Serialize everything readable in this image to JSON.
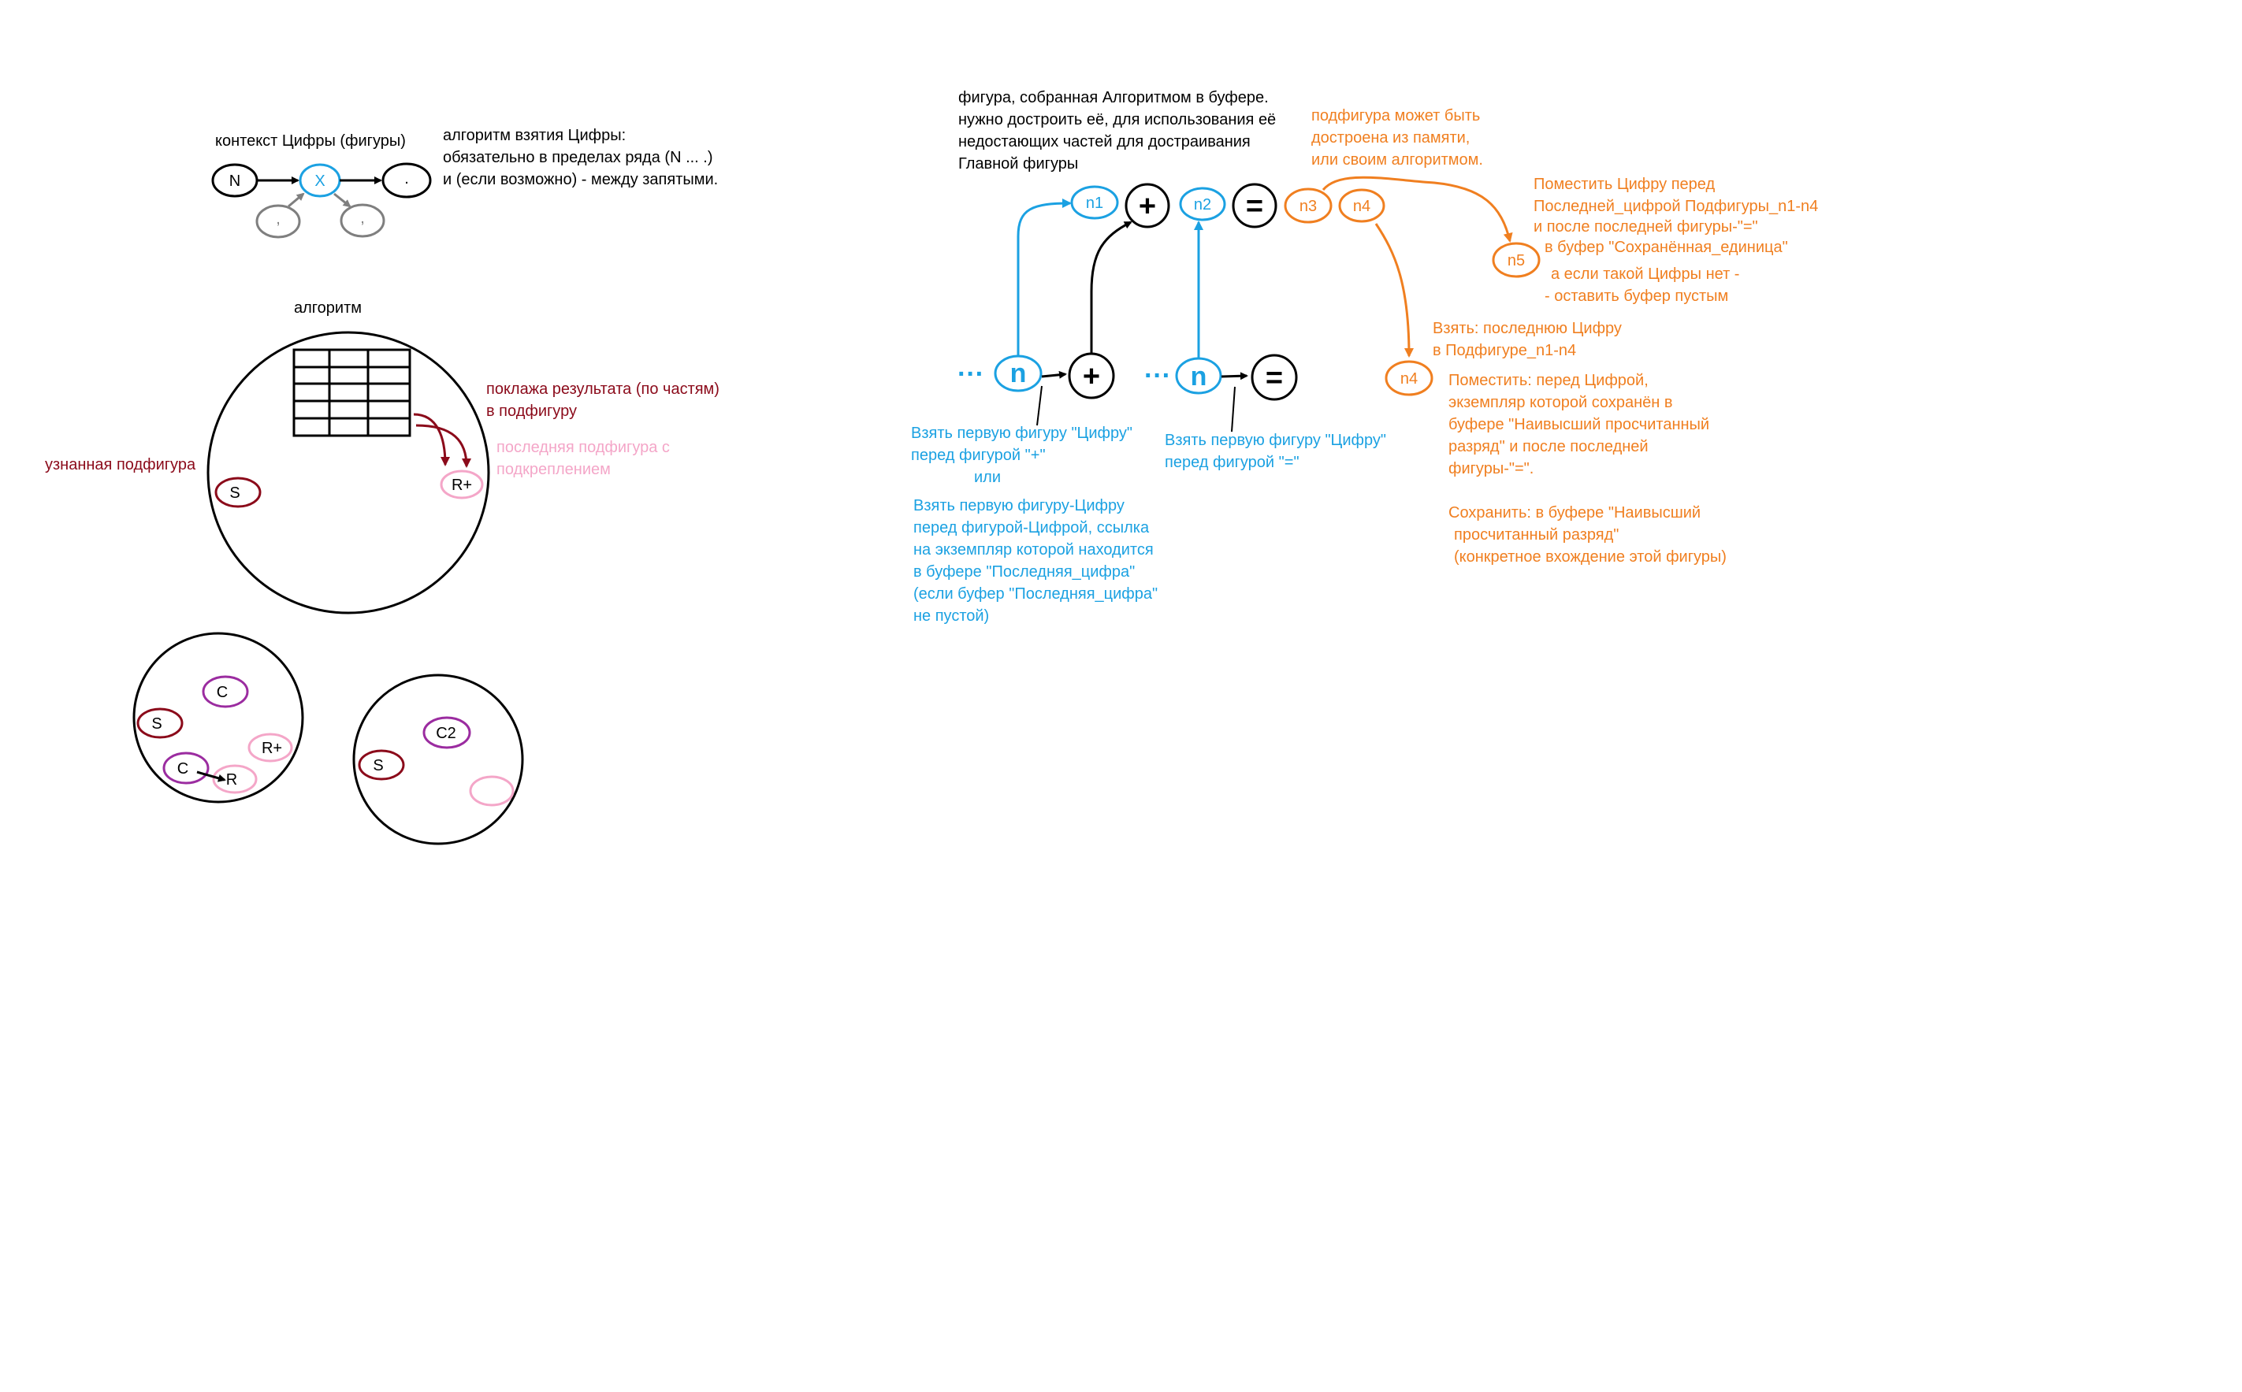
{
  "colors": {
    "black": "#000000",
    "gray": "#7f7f7f",
    "blue": "#1ba1e2",
    "orange": "#f07f20",
    "darkred": "#8b0a1a",
    "purple": "#9b2ca0",
    "pink": "#f4a6c8"
  },
  "context": {
    "title": "контекст Цифры (фигуры)",
    "node_n": "N",
    "node_x": "X",
    "node_dot": ".",
    "comma_left": ",",
    "comma_right": ",",
    "desc_1": "алгоритм взятия Цифры:",
    "desc_2": "обязательно в пределах ряда (N ... .)",
    "desc_3": "и (если возможно) - между запятыми."
  },
  "algorithm": {
    "title": "алгоритм",
    "result_label_1": "поклажа результата (по частям)",
    "result_label_2": "в подфигуру",
    "last_sub_1": "последняя подфигура с",
    "last_sub_2": "подкреплением",
    "recognized": "узнанная подфигура",
    "node_s": "S",
    "node_rplus": "R+"
  },
  "small_circle_1": {
    "node_c_top": "C",
    "node_s": "S",
    "node_rplus": "R+",
    "node_c_bottom": "C",
    "node_r": "R"
  },
  "small_circle_2": {
    "node_c2": "C2",
    "node_s": "S"
  },
  "right": {
    "buffer_note_1": "фигура, собранная Алгоритмом в буфере.",
    "buffer_note_2": "нужно достроить её, для использования её",
    "buffer_note_3": "недостающих частей для достраивания",
    "buffer_note_4": "Главной фигуры",
    "n1": "n1",
    "plus": "+",
    "n2": "n2",
    "equals": "=",
    "n3": "n3",
    "n4": "n4",
    "n5": "n5",
    "n4b": "n4",
    "dots": "···",
    "n": "n",
    "sub_note_1": "подфигура может быть",
    "sub_note_2": "достроена из памяти,",
    "sub_note_3": "или своим алгоритмом.",
    "place_1": "Поместить Цифру перед",
    "place_2": "Последней_цифрой Подфигуры_n1-n4",
    "place_3": "и после последней фигуры-\"=\"",
    "place_4": "в буфер \"Сохранённая_единица\"",
    "place_5": "а если такой Цифры нет -",
    "place_6": "- оставить буфер пустым",
    "take_last_1": "Взять: последнюю Цифру",
    "take_last_2": "в Подфигуре_n1-n4",
    "put_1": "Поместить: перед Цифрой,",
    "put_2": "экземпляр которой сохранён в",
    "put_3": "буфере \"Наивысший просчитанный",
    "put_4": "разряд\" и после последней",
    "put_5": "фигуры-\"=\".",
    "save_1": "Сохранить: в буфере \"Наивысший",
    "save_2": "просчитанный разряд\"",
    "save_3": "(конкретное вхождение этой фигуры)",
    "take_first_1": "Взять первую фигуру \"Цифру\"",
    "take_first_2": "перед фигурой \"+\"",
    "or": "или",
    "alt_1": "Взять первую фигуру-Цифру",
    "alt_2": "перед фигурой-Цифрой, ссылка",
    "alt_3": "на экземпляр которой находится",
    "alt_4": "в буфере \"Последняя_цифра\"",
    "alt_5": "(если буфер \"Последняя_цифра\"",
    "alt_6": "не пустой)",
    "take_eq_1": "Взять первую фигуру \"Цифру\"",
    "take_eq_2": "перед фигурой \"=\""
  }
}
